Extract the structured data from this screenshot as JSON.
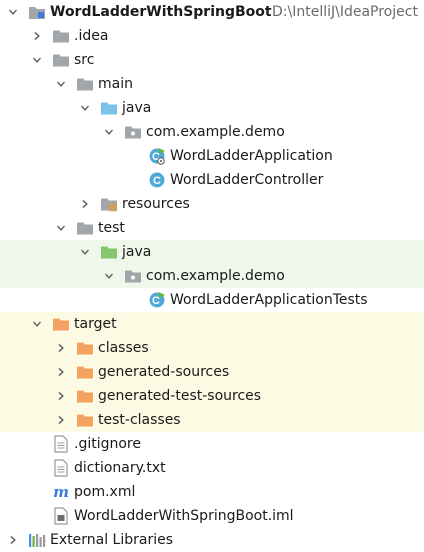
{
  "project": {
    "name": "WordLadderWithSpringBoot",
    "path": "D:\\IntelliJ\\IdeaProject"
  },
  "tree": [
    {
      "name": "idea-folder",
      "label": ".idea",
      "indent": 1,
      "arrow": "right",
      "icon": "folder-gray"
    },
    {
      "name": "src-folder",
      "label": "src",
      "indent": 1,
      "arrow": "down",
      "icon": "folder-gray"
    },
    {
      "name": "main-folder",
      "label": "main",
      "indent": 2,
      "arrow": "down",
      "icon": "folder-gray"
    },
    {
      "name": "main-java-folder",
      "label": "java",
      "indent": 3,
      "arrow": "down",
      "icon": "folder-blue"
    },
    {
      "name": "main-package",
      "label": "com.example.demo",
      "indent": 4,
      "arrow": "down",
      "icon": "package"
    },
    {
      "name": "word-ladder-application-file",
      "label": "WordLadderApplication",
      "indent": 5,
      "arrow": "none",
      "icon": "class-spring"
    },
    {
      "name": "word-ladder-controller-file",
      "label": "WordLadderController",
      "indent": 5,
      "arrow": "none",
      "icon": "class"
    },
    {
      "name": "resources-folder",
      "label": "resources",
      "indent": 3,
      "arrow": "right",
      "icon": "folder-resources"
    },
    {
      "name": "test-folder",
      "label": "test",
      "indent": 2,
      "arrow": "down",
      "icon": "folder-gray"
    },
    {
      "name": "test-java-folder",
      "label": "java",
      "indent": 3,
      "arrow": "down",
      "icon": "folder-green"
    },
    {
      "name": "test-package",
      "label": "com.example.demo",
      "indent": 4,
      "arrow": "down",
      "icon": "package"
    },
    {
      "name": "word-ladder-application-tests-file",
      "label": "WordLadderApplicationTests",
      "indent": 5,
      "arrow": "none",
      "icon": "class-test",
      "selected": true
    },
    {
      "name": "target-folder",
      "label": "target",
      "indent": 1,
      "arrow": "down",
      "icon": "folder-orange"
    },
    {
      "name": "classes-folder",
      "label": "classes",
      "indent": 2,
      "arrow": "right",
      "icon": "folder-orange"
    },
    {
      "name": "generated-sources-folder",
      "label": "generated-sources",
      "indent": 2,
      "arrow": "right",
      "icon": "folder-orange"
    },
    {
      "name": "generated-test-sources-folder",
      "label": "generated-test-sources",
      "indent": 2,
      "arrow": "right",
      "icon": "folder-orange"
    },
    {
      "name": "test-classes-folder",
      "label": "test-classes",
      "indent": 2,
      "arrow": "right",
      "icon": "folder-orange"
    },
    {
      "name": "gitignore-file",
      "label": ".gitignore",
      "indent": 1,
      "arrow": "none",
      "icon": "text-file"
    },
    {
      "name": "dictionary-file",
      "label": "dictionary.txt",
      "indent": 1,
      "arrow": "none",
      "icon": "text-file"
    },
    {
      "name": "pom-file",
      "label": "pom.xml",
      "indent": 1,
      "arrow": "none",
      "icon": "maven"
    },
    {
      "name": "iml-file",
      "label": "WordLadderWithSpringBoot.iml",
      "indent": 1,
      "arrow": "none",
      "icon": "module-file"
    },
    {
      "name": "external-libraries",
      "label": "External Libraries",
      "indent": 0,
      "arrow": "right",
      "icon": "libraries"
    }
  ],
  "colors": {
    "folder_gray": "#a2a6ab",
    "folder_blue": "#7bc1e9",
    "folder_green": "#87c56d",
    "folder_orange": "#f4a261",
    "class_blue": "#4fa8d8",
    "spring_green": "#6db33f",
    "maven_blue": "#3c7dd8",
    "test_band": "#eef7ea",
    "target_band": "#fcfae3"
  }
}
